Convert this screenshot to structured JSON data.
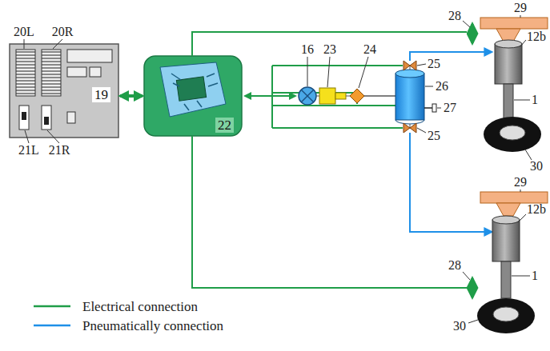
{
  "diagram": {
    "nodes": [
      {
        "text": [
          "19"
        ]
      },
      {
        "text": [
          "22"
        ]
      }
    ],
    "edges": [
      {
        "from": 0,
        "to": 1,
        "arrow": "both"
      }
    ],
    "labels": [
      "20L",
      "20R",
      "21L",
      "21R",
      "16",
      "23",
      "24",
      "25",
      "26",
      "27",
      "25",
      "29",
      "28",
      "12b",
      "1",
      "30",
      "29",
      "28",
      "12b",
      "1",
      "30"
    ],
    "legend": [
      {
        "text": "Electrical connection"
      },
      {
        "text": "Pneumatically connection"
      }
    ]
  }
}
